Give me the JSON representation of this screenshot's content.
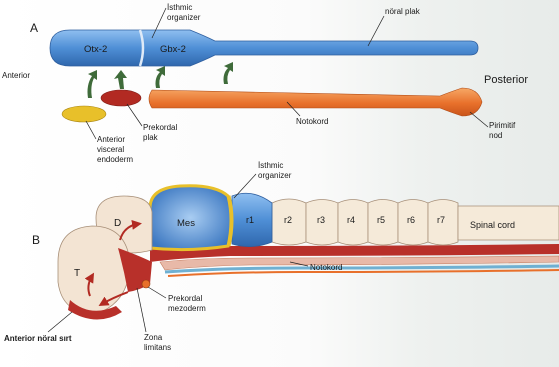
{
  "panel_a": {
    "letter": "A",
    "isthmic_organizer": [
      "İsthmic",
      "organizer"
    ],
    "otx2": "Otx-2",
    "gbx2": "Gbx-2",
    "noral_plak": "nöral plak",
    "anterior": "Anterior",
    "posterior": "Posterior",
    "notokord": "Notokord",
    "anterior_visceral_endoderm": [
      "Anterior",
      "visceral",
      "endoderm"
    ],
    "prekordal_plak": [
      "Prekordal",
      "plak"
    ],
    "primitif_nod": [
      "Pirimitif",
      "nod"
    ]
  },
  "panel_b": {
    "letter": "B",
    "isthmic_organizer": [
      "İsthmic",
      "organizer"
    ],
    "d": "D",
    "t": "T",
    "mes": "Mes",
    "rhombomeres": [
      "r1",
      "r2",
      "r3",
      "r4",
      "r5",
      "r6",
      "r7"
    ],
    "spinal_cord": "Spinal cord",
    "notokord": "Notokord",
    "prekordal_mezoderm": [
      "Prekordal",
      "mezoderm"
    ],
    "zona_limitans": [
      "Zona",
      "limitans"
    ],
    "anterior_noral_sirt": "Anterior nöral sırt"
  },
  "colors": {
    "neural_blue": "#4f8fd6",
    "notochord_orange": "#e8702b",
    "prechordal_red": "#b22a22",
    "endoderm_yellow": "#e8c02a",
    "tissue_beige": "#f3e4d3",
    "arrow_green": "#3f6b3a"
  }
}
